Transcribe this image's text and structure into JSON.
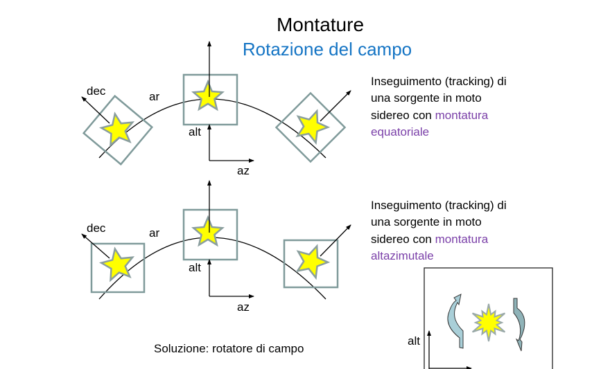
{
  "title": "Montature",
  "subtitle": "Rotazione del campo",
  "colors": {
    "subtitle": "#1474c4",
    "highlight": "#7a3fa8",
    "star": "#ffff00",
    "box": "#7f9a9a"
  },
  "diagram_equatorial": {
    "labels": {
      "dec": "dec",
      "ar": "ar",
      "alt": "alt",
      "az": "az"
    },
    "description": {
      "line1": "Inseguimento (tracking) di",
      "line2": "una sorgente in moto",
      "line3": "sidereo con ",
      "highlight": "montatura",
      "line4": "equatoriale"
    }
  },
  "diagram_altazimuth": {
    "labels": {
      "dec": "dec",
      "ar": "ar",
      "alt": "alt",
      "az": "az"
    },
    "description": {
      "line1": "Inseguimento (tracking) di",
      "line2": "una sorgente in moto",
      "line3": "sidereo con ",
      "highlight": "montatura",
      "line4": "altazimutale"
    }
  },
  "solution": "Soluzione: rotatore di campo",
  "rotator_inset": {
    "alt_label": "alt"
  }
}
